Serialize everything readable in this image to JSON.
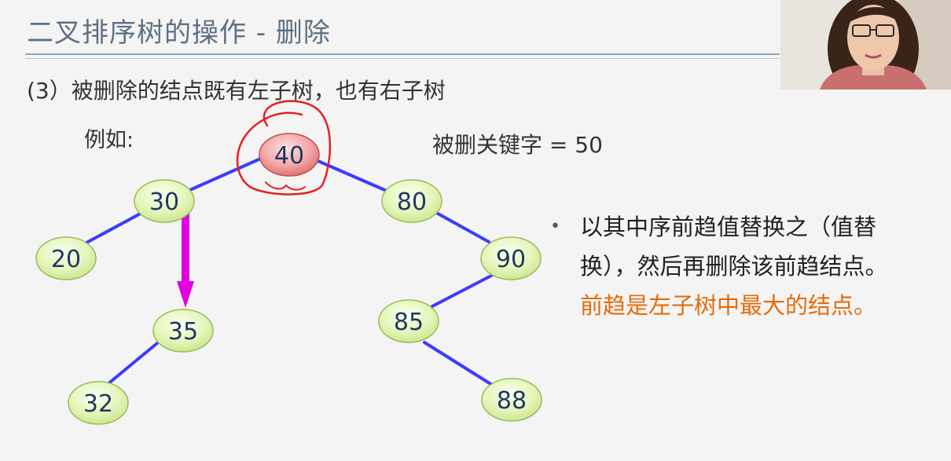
{
  "title": "二叉排序树的操作 - 删除",
  "subtitle": "(3）被删除的结点既有左子树，也有右子树",
  "example_label": "例如:",
  "deleted_key_text": "被删关键字 = 50",
  "bullet": {
    "line1": "以其中序前趋值替换之（值替",
    "line2": "换），然后再删除该前趋结点。",
    "line3_highlight": "前趋是左子树中最大的结点。"
  },
  "tree": {
    "nodes": [
      {
        "id": "n40",
        "label": "40",
        "highlight": true
      },
      {
        "id": "n30",
        "label": "30"
      },
      {
        "id": "n80",
        "label": "80"
      },
      {
        "id": "n20",
        "label": "20"
      },
      {
        "id": "n35",
        "label": "35"
      },
      {
        "id": "n90",
        "label": "90"
      },
      {
        "id": "n85",
        "label": "85"
      },
      {
        "id": "n32",
        "label": "32"
      },
      {
        "id": "n88",
        "label": "88"
      }
    ]
  },
  "colors": {
    "node_fill": "#e4f5b8",
    "node_stroke": "#9bbb59",
    "root_fill": "#f2a4a4",
    "edge": "#3b3bff",
    "arrow": "#e000e0",
    "circle_annotation": "#e52020",
    "highlight_text": "#e36c09"
  }
}
